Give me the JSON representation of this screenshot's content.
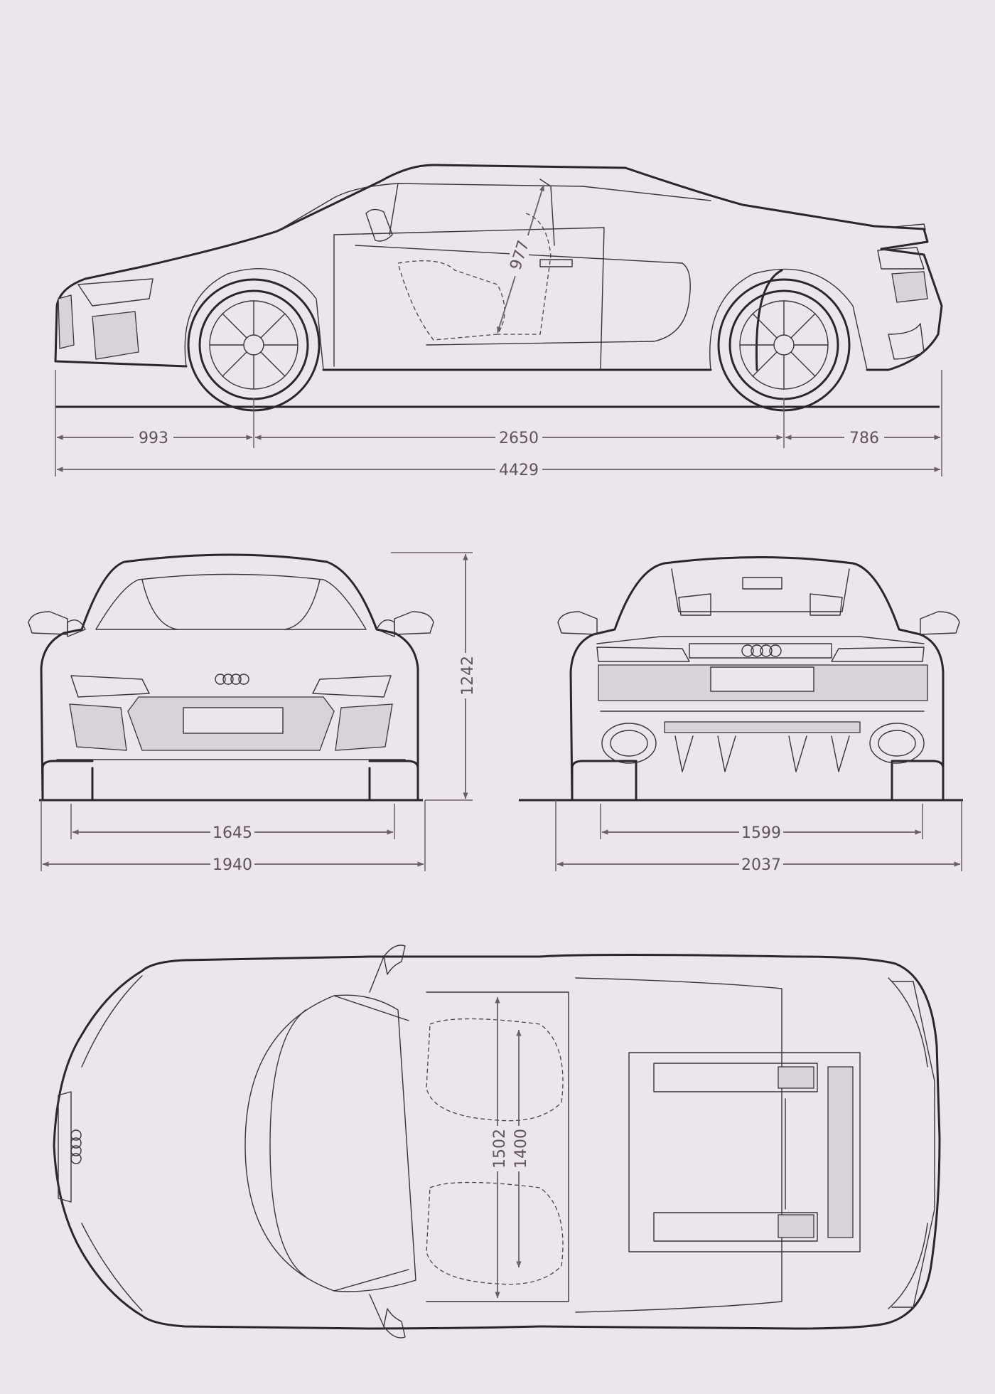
{
  "dimensions": {
    "front_overhang": "993",
    "wheelbase": "2650",
    "rear_overhang": "786",
    "overall_length": "4429",
    "seat_depth": "977",
    "overall_height": "1242",
    "front_track": "1645",
    "width_without_mirrors": "1940",
    "rear_track": "1599",
    "width_with_mirrors": "2037",
    "shoulder_width": "1502",
    "elbow_width": "1400"
  },
  "colors": {
    "background": "#ece6ec",
    "line": "#2c262c",
    "dimension": "#6b5e6b"
  }
}
